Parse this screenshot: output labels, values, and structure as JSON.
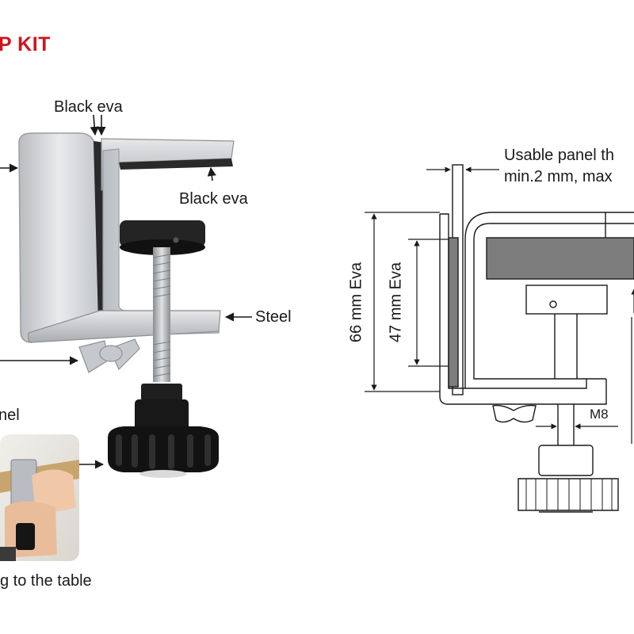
{
  "title": "P KIT",
  "labels": {
    "black_eva_top": "Black eva",
    "black_eva_inner": "Black eva",
    "steel": "Steel",
    "panel": "nel",
    "table": "g to the table",
    "usable_panel_line1": "Usable panel th",
    "usable_panel_line2": "min.2 mm, max",
    "eva66": "66 mm Eva",
    "eva47": "47 mm Eva",
    "m8": "M8"
  },
  "colors": {
    "title": "#d0141c",
    "steel": "#d4d6d9",
    "eva": "#2a2a2a",
    "line": "#1a1a1a",
    "knob": "#151515"
  }
}
